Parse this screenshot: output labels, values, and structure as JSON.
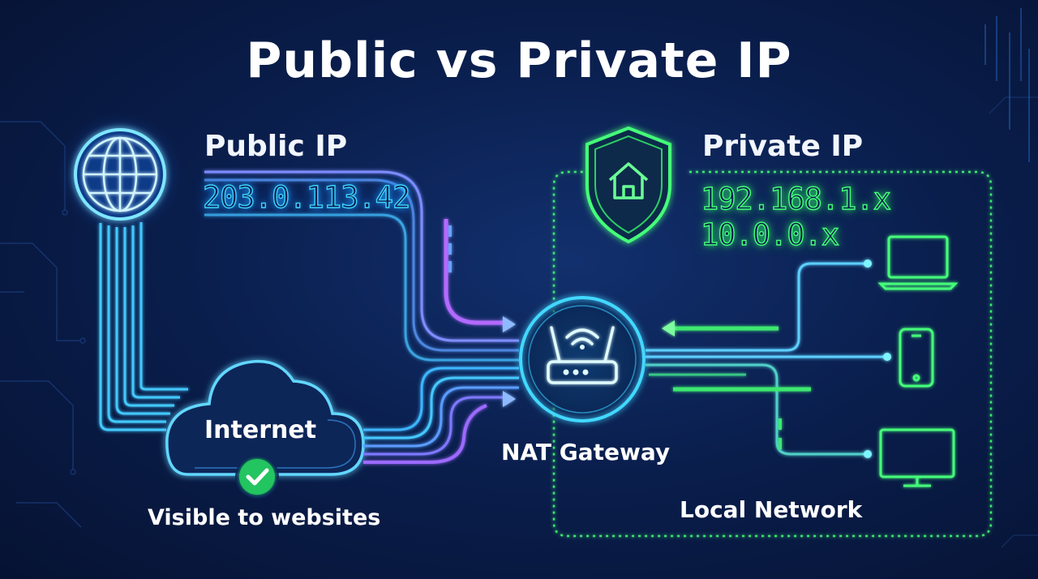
{
  "title": "Public vs Private IP",
  "public": {
    "label": "Public IP",
    "address": "203.0.113.42",
    "icon": "globe-icon"
  },
  "private": {
    "label": "Private IP",
    "addresses": [
      "192.168.1.x",
      "10.0.0.x"
    ],
    "icon": "shield-home-icon"
  },
  "internet": {
    "label": "Internet",
    "status": "Visible to websites",
    "icon": "cloud-icon",
    "status_icon": "check-circle-icon"
  },
  "gateway": {
    "label": "NAT Gateway",
    "icon": "router-icon"
  },
  "local_network": {
    "label": "Local Network",
    "devices": [
      "laptop-icon",
      "phone-icon",
      "monitor-icon"
    ]
  },
  "colors": {
    "background": "#0a1f4e",
    "public_accent": "#3fd2ff",
    "private_accent": "#45ff7a",
    "flow_purple": "#8a6bff",
    "check_green": "#22c55e"
  }
}
